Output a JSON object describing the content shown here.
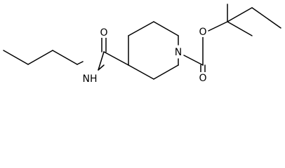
{
  "molecule": {
    "atoms": {
      "carbonyl_oxygen": "O",
      "amide_nitrogen": "NH",
      "ring_nitrogen": "N",
      "ester_oxygen": "O",
      "carbamate_oxygen": "O"
    }
  },
  "colors": {
    "bond": "#000000",
    "text": "#000000",
    "background": "#ffffff"
  }
}
